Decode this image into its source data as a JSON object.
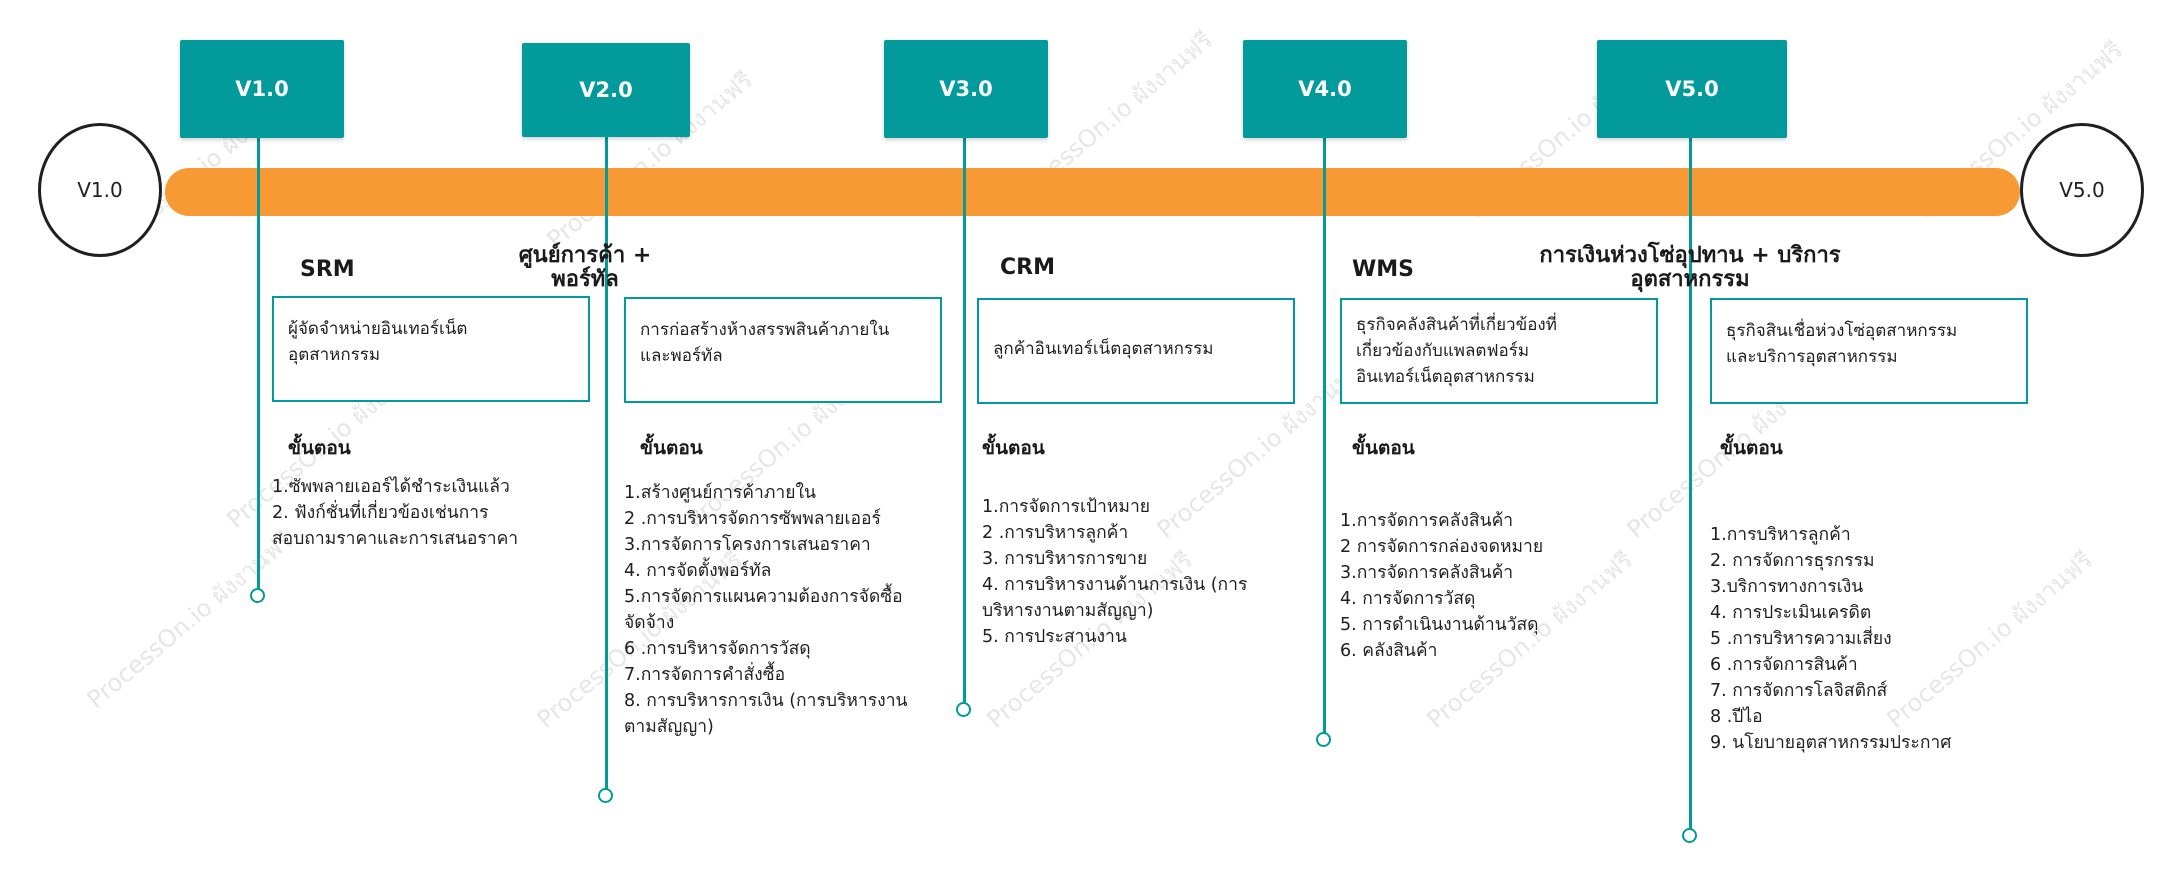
{
  "timeline": {
    "start_label": "V1.0",
    "end_label": "V5.0",
    "colors": {
      "bar": "#f79a33",
      "accent": "#029a9a"
    }
  },
  "watermark": "ProcessOn.io ผังงานฟรี",
  "versions": [
    {
      "label": "V1.0",
      "title": "SRM",
      "title_line2": "",
      "description": [
        "ผู้จัดจำหน่ายอินเทอร์เน็ต",
        "อุตสาหกรรม"
      ],
      "steps_title": "ขั้นตอน",
      "steps": [
        "1.ซัพพลายเออร์ได้ชำระเงินแล้ว",
        "2. ฟังก์ชั่นที่เกี่ยวข้องเช่นการ",
        "สอบถามราคาและการเสนอราคา"
      ]
    },
    {
      "label": "V2.0",
      "title": "ศูนย์การค้า +",
      "title_line2": "พอร์ทัล",
      "description": [
        "การก่อสร้างห้างสรรพสินค้าภายใน",
        "และพอร์ทัล"
      ],
      "steps_title": "ขั้นตอน",
      "steps": [
        "1.สร้างศูนย์การค้าภายใน",
        "2 .การบริหารจัดการซัพพลายเออร์",
        "3.การจัดการโครงการเสนอราคา",
        "4. การจัดตั้งพอร์ทัล",
        "5.การจัดการแผนความต้องการจัดซื้อ",
        "จัดจ้าง",
        "6 .การบริหารจัดการวัสดุ",
        "7.การจัดการคำสั่งซื้อ",
        "8. การบริหารการเงิน (การบริหารงาน",
        "ตามสัญญา)"
      ]
    },
    {
      "label": "V3.0",
      "title": "CRM",
      "title_line2": "",
      "description": [
        "ลูกค้าอินเทอร์เน็ตอุตสาหกรรม"
      ],
      "steps_title": "ขั้นตอน",
      "steps": [
        "1.การจัดการเป้าหมาย",
        "2 .การบริหารลูกค้า",
        "3. การบริหารการขาย",
        "4. การบริหารงานด้านการเงิน (การ",
        "บริหารงานตามสัญญา)",
        "5. การประสานงาน"
      ]
    },
    {
      "label": "V4.0",
      "title": "WMS",
      "title_line2": "",
      "description": [
        "ธุรกิจคลังสินค้าที่เกี่ยวข้องที่",
        "เกี่ยวข้องกับแพลตฟอร์ม",
        "อินเทอร์เน็ตอุตสาหกรรม"
      ],
      "steps_title": "ขั้นตอน",
      "steps": [
        "1.การจัดการคลังสินค้า",
        "2 การจัดการกล่องจดหมาย",
        "3.การจัดการคลังสินค้า",
        "4. การจัดการวัสดุ",
        "5. การดำเนินงานด้านวัสดุ",
        "6. คลังสินค้า"
      ]
    },
    {
      "label": "V5.0",
      "title": "การเงินห่วงโซ่อุปทาน + บริการ",
      "title_line2": "อุตสาหกรรม",
      "description": [
        "ธุรกิจสินเชื่อห่วงโซ่อุตสาหกรรม",
        "และบริการอุตสาหกรรม"
      ],
      "steps_title": "ขั้นตอน",
      "steps": [
        "1.การบริหารลูกค้า",
        "2. การจัดการธุรกรรม",
        "3.บริการทางการเงิน",
        "4. การประเมินเครดิต",
        "5 .การบริหารความเสี่ยง",
        "6 .การจัดการสินค้า",
        "7. การจัดการโลจิสติกส์",
        "8 .ปีไอ",
        "9. นโยบายอุตสาหกรรมประกาศ"
      ]
    }
  ]
}
